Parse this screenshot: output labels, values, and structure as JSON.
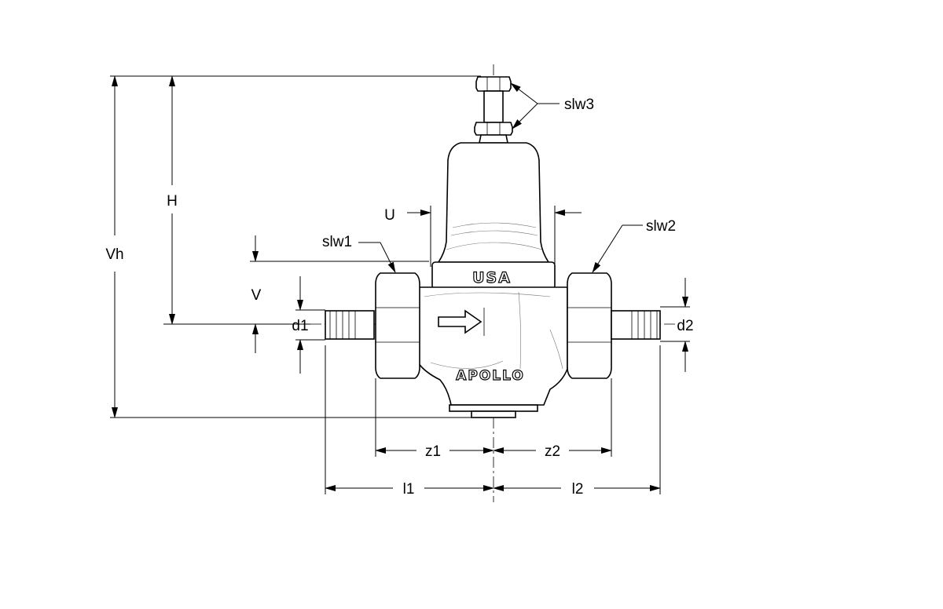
{
  "labels": {
    "vh": "Vh",
    "h": "H",
    "u": "U",
    "v": "V",
    "d1": "d1",
    "d2": "d2",
    "slw1": "slw1",
    "slw2": "slw2",
    "slw3": "slw3",
    "z1": "z1",
    "z2": "z2",
    "l1": "l1",
    "l2": "l2"
  },
  "markings": {
    "origin": "USA",
    "brand": "APOLLO"
  },
  "colors": {
    "line": "#000000",
    "background": "#ffffff"
  }
}
